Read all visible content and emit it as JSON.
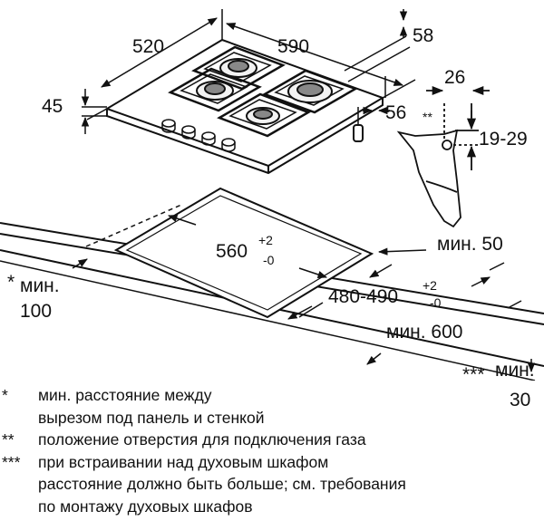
{
  "dimensions": {
    "hob_depth": "520",
    "hob_width": "590",
    "top_height": "58",
    "glass_thickness": "45",
    "side_depth": "56",
    "gas_offset": "26",
    "gas_marker": "**",
    "gas_height": "19-29",
    "cutout_width": "560",
    "cutout_width_tol_plus": "+2",
    "cutout_width_tol_minus": "-0",
    "cutout_depth": "480-490",
    "cutout_depth_tol_plus": "+2",
    "cutout_depth_tol_minus": "-0",
    "min_back": "мин. 50",
    "min_wall_marker": "*",
    "min_wall_label": "мин.",
    "min_wall_value": "100",
    "min_depth": "мин. 600",
    "min_under_marker": "***",
    "min_under_label": "мин.",
    "min_under_value": "30"
  },
  "notes": [
    {
      "mark": "*",
      "text": "мин. расстояние между"
    },
    {
      "mark": "",
      "text": "вырезом под панель и стенкой"
    },
    {
      "mark": "**",
      "text": "положение отверстия для подключения газа"
    },
    {
      "mark": "***",
      "text": "при встраивании над духовым шкафом"
    },
    {
      "mark": "",
      "text": "расстояние должно быть больше; см. требования"
    },
    {
      "mark": "",
      "text": "по монтажу духовых шкафов"
    }
  ]
}
